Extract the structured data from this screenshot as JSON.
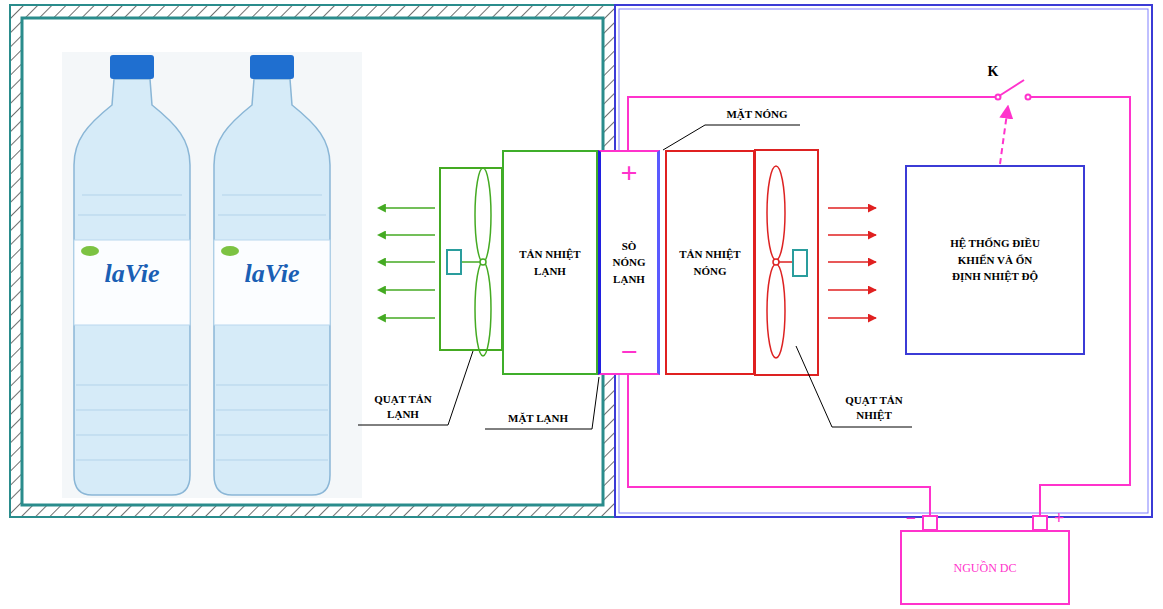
{
  "diagram": {
    "nodes": [
      {
        "text": [
          "TẢN NHIỆT LẠNH"
        ]
      },
      {
        "text": [
          "+",
          "SÒ NÓNG LẠNH",
          "−"
        ]
      },
      {
        "text": [
          "TẢN NHIỆT NÓNG"
        ]
      },
      {
        "text": [
          "HỆ THỐNG ĐIỀU KHIỂN VÀ ỔN ĐỊNH NHIỆT ĐỘ"
        ]
      },
      {
        "text": [
          "NGUỒN DC"
        ]
      }
    ],
    "edges": [
      {
        "from": 1,
        "to": 4,
        "arrow": "none"
      },
      {
        "from": 1,
        "to": 4,
        "arrow": "none"
      }
    ],
    "labels": [
      "laVie",
      "laVie",
      "MẶT NÓNG",
      "QUẠT TẢN LẠNH",
      "MẶT LẠNH",
      "QUẠT TẢN NHIỆT",
      "K",
      "−",
      "+"
    ]
  }
}
